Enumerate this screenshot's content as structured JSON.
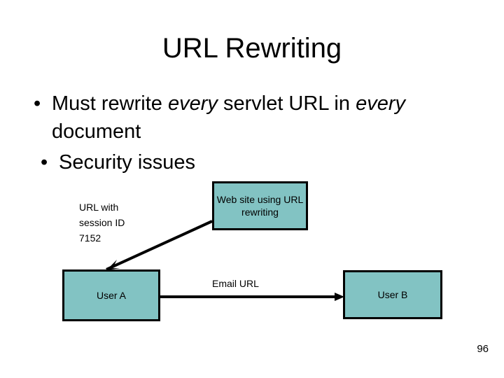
{
  "slide": {
    "title": "URL Rewriting",
    "page_number": "96",
    "bullets": [
      {
        "level": 1,
        "marker": "•",
        "segments": [
          {
            "text": "Must rewrite ",
            "italic": false
          },
          {
            "text": "every",
            "italic": true
          },
          {
            "text": " servlet URL in ",
            "italic": false
          },
          {
            "text": "every",
            "italic": true
          },
          {
            "text": " document",
            "italic": false
          }
        ]
      },
      {
        "level": 2,
        "marker": "•",
        "segments": [
          {
            "text": "Security issues",
            "italic": false
          }
        ]
      }
    ],
    "diagram": {
      "fill_color": "#82c3c3",
      "stroke_color": "#000000",
      "boxes": [
        {
          "id": "website",
          "label": "Web site using\nURL rewriting"
        },
        {
          "id": "user-a",
          "label": "User A"
        },
        {
          "id": "user-b",
          "label": "User B"
        }
      ],
      "labels": [
        {
          "id": "url-session",
          "text": "URL with\nsession ID\n7152"
        },
        {
          "id": "email-url",
          "text": "Email URL"
        }
      ],
      "connectors": [
        {
          "id": "website-to-user-a",
          "from": "website",
          "to": "user-a",
          "arrowhead": "end"
        },
        {
          "id": "user-a-to-user-b",
          "from": "user-a",
          "to": "user-b",
          "arrowhead": "end"
        }
      ]
    }
  }
}
